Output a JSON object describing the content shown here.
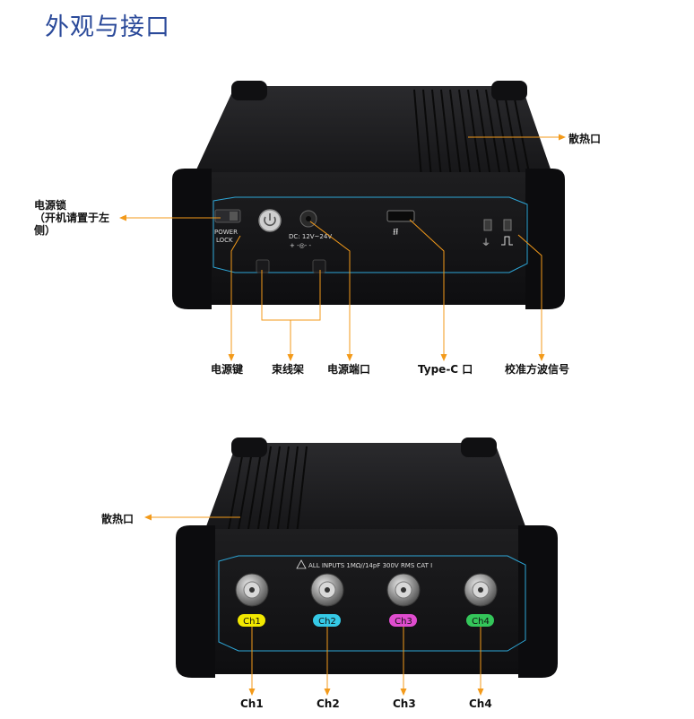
{
  "page_title": "外观与接口",
  "back_view": {
    "labels": {
      "heat_vent": "散热口",
      "power_lock": "电源锁\n（开机请置于左\n侧）",
      "power_key": "电源键",
      "cable_holder": "束线架",
      "power_port": "电源端口",
      "type_c": "Type-C 口",
      "calibration": "校准方波信号"
    },
    "panel_text": {
      "power_lock_line1": "POWER",
      "power_lock_line2": "LOCK",
      "dc_rating": "DC: 12V~24V",
      "dc_polarity": "+ -◎- -"
    }
  },
  "front_view": {
    "labels": {
      "heat_vent": "散热口"
    },
    "panel_text": {
      "warning": "ALL INPUTS 1MΩ//14pF 300V RMS CAT I"
    },
    "channels": [
      {
        "label": "Ch1",
        "badge": "Ch1",
        "color": "#f2e800"
      },
      {
        "label": "Ch2",
        "badge": "Ch2",
        "color": "#35c9e6"
      },
      {
        "label": "Ch3",
        "badge": "Ch3",
        "color": "#e04ccf"
      },
      {
        "label": "Ch4",
        "badge": "Ch4",
        "color": "#34c65a"
      }
    ]
  },
  "colors": {
    "title": "#2b4a9a",
    "callout": "#f39a1a",
    "panel_outline": "#2ea7d8",
    "body": "#1b1b1d"
  }
}
